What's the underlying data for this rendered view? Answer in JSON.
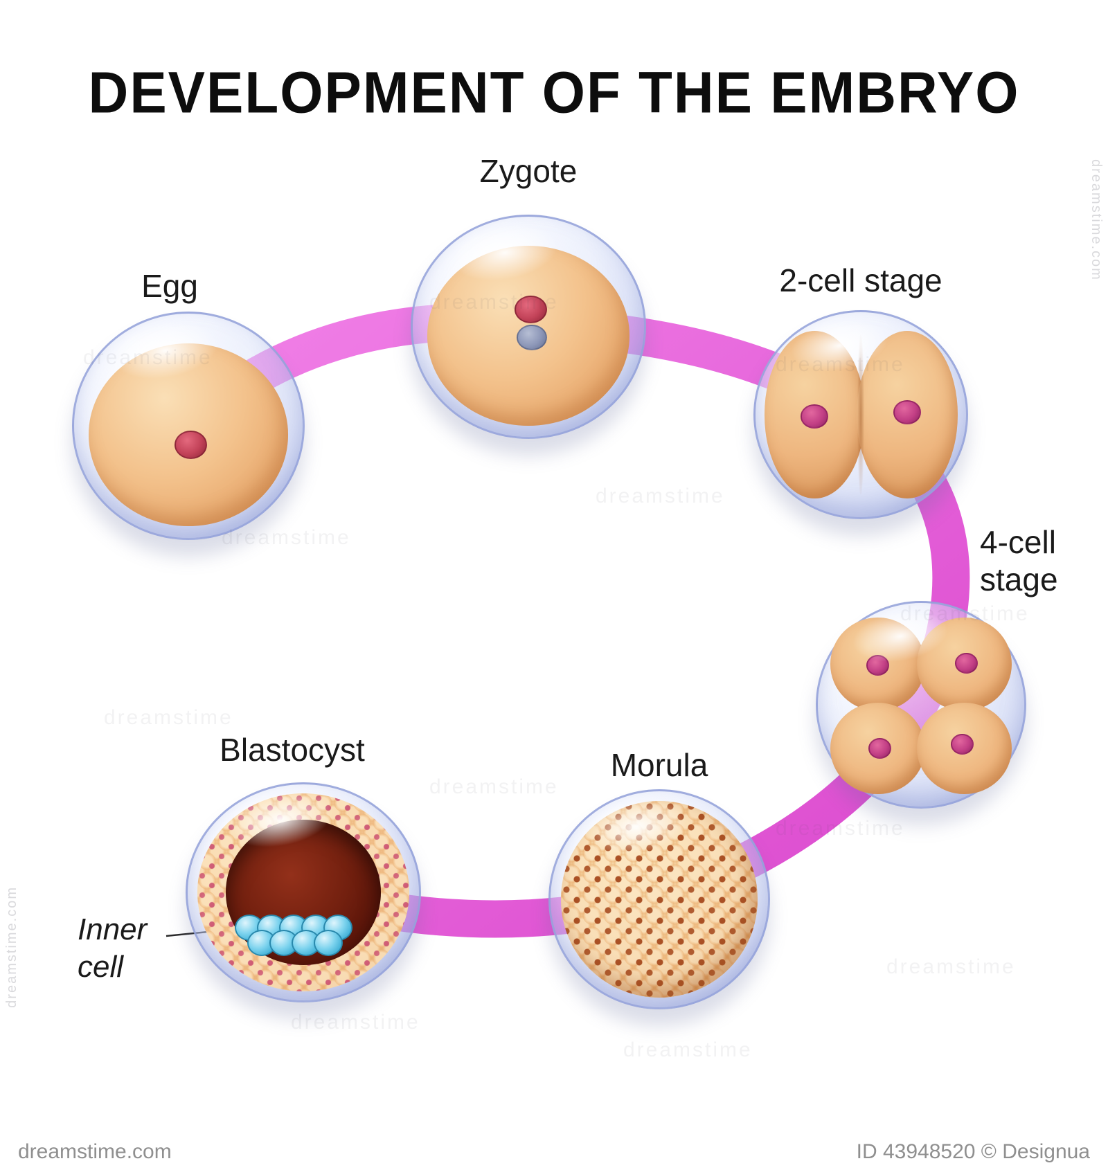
{
  "title": "DEVELOPMENT OF THE EMBRYO",
  "stages": {
    "egg": {
      "label": "Egg"
    },
    "zygote": {
      "label": "Zygote"
    },
    "two_cell": {
      "label": "2-cell stage"
    },
    "four_cell": {
      "label": "4-cell stage"
    },
    "morula": {
      "label": "Morula"
    },
    "blastocyst": {
      "label": "Blastocyst"
    }
  },
  "annotations": {
    "inner_cell": {
      "label": "Inner cell"
    }
  },
  "colors": {
    "arrow_pink": "#e455d6",
    "title_text": "#0d0d0d",
    "label_text": "#1a1a1a",
    "cytoplasm_tan": "#f0bd87",
    "membrane_blue": "#b9c5ef",
    "nucleus_red": "#c24258",
    "nucleus_pink": "#c23f85",
    "pronucleus_gray": "#8d97b8",
    "blastocyst_cavity": "#5e180c",
    "inner_cell_mass_blue": "#55c5e9"
  },
  "watermark": {
    "text": "dreamstime",
    "site": "dreamstime.com",
    "credit": "ID 43948520 © Designua"
  }
}
